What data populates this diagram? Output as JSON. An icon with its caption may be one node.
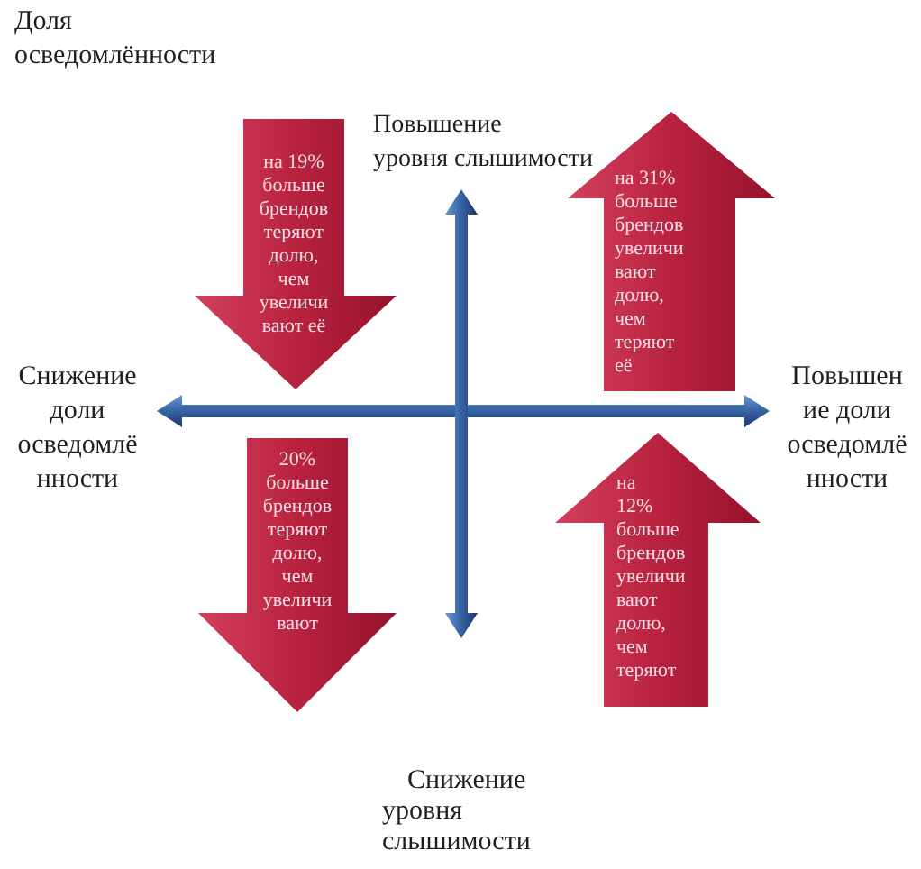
{
  "diagram": {
    "title": "Доля осведомлённости",
    "nodes": [
      {
        "text": [
          "на 19% больше брендов теряют долю, чем увеличи вают её"
        ]
      },
      {
        "text": [
          "на 31% больше брендов увеличи вают долю, чем теряют её"
        ]
      },
      {
        "text": [
          "20% больше брендов теряют долю, чем увеличи вают"
        ]
      },
      {
        "text": [
          "на 12% больше брендов увеличи вают долю, чем теряют"
        ]
      }
    ],
    "labels": [
      "Повышение уровня слышимости",
      "Снижение доли осведомлё нности",
      "Повышен ие доли осведомлё нности",
      "Снижение уровня слышимости"
    ]
  }
}
